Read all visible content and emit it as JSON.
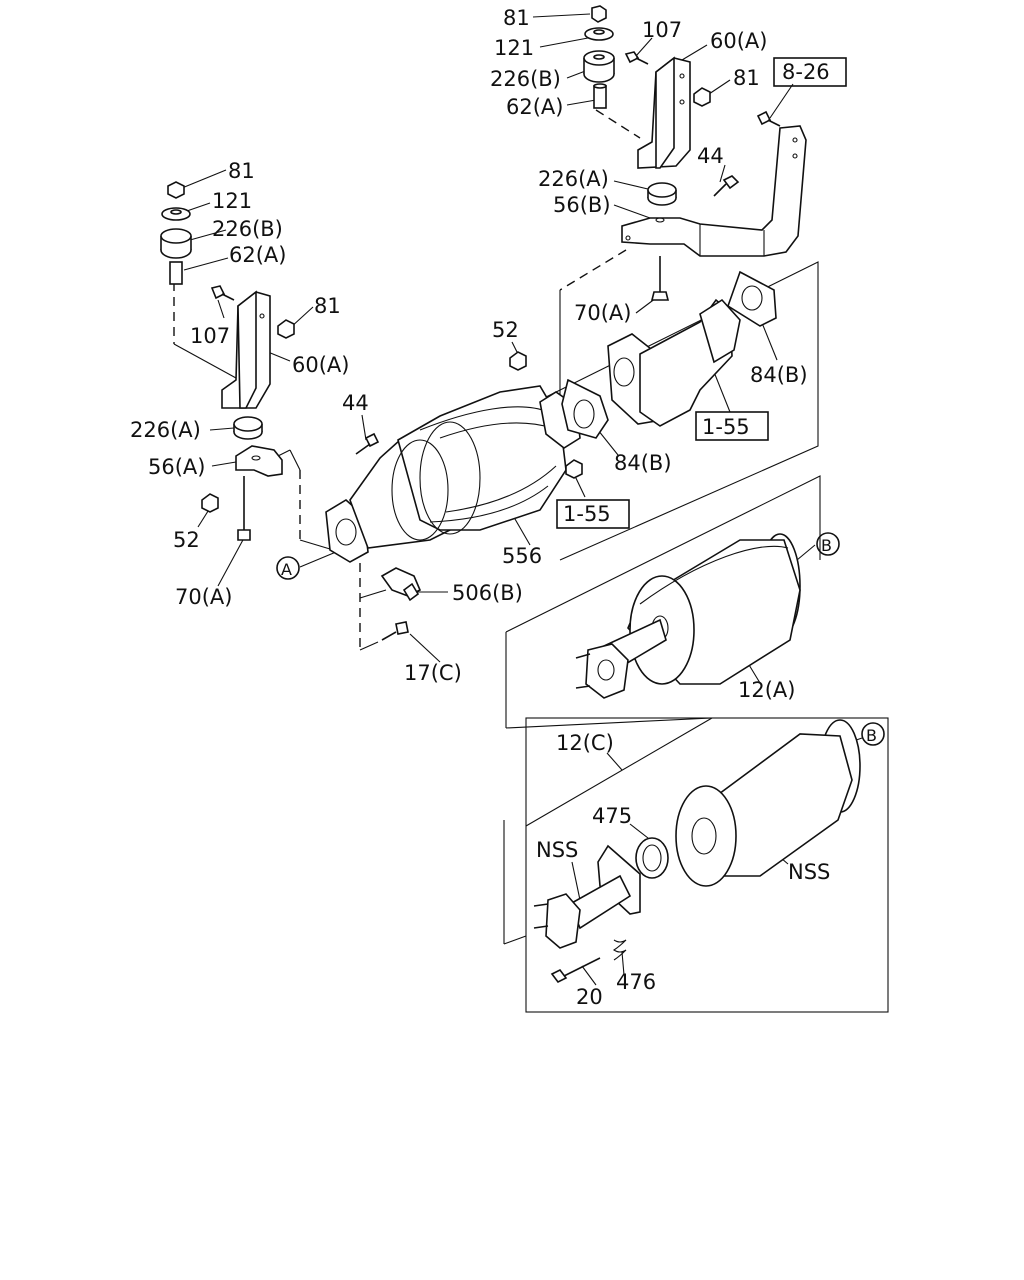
{
  "labels": {
    "l81a": "81",
    "l121a": "121",
    "l226ba": "226(B)",
    "l62aa": "62(A)",
    "l107a": "107",
    "l60aa": "60(A)",
    "l81b": "81",
    "l826": "8-26",
    "l226aa": "226(A)",
    "l44a": "44",
    "l56ba": "56(B)",
    "l70aa": "70(A)",
    "l84ba": "84(B)",
    "l155a": "1-55",
    "l81c": "81",
    "l121b": "121",
    "l226bb": "226(B)",
    "l62ab": "62(A)",
    "l81d": "81",
    "l107b": "107",
    "l60ab": "60(A)",
    "l52a": "52",
    "l44b": "44",
    "l226ab": "226(A)",
    "l56aa": "56(A)",
    "l84bb": "84(B)",
    "l155b": "1-55",
    "l52b": "52",
    "l556": "556",
    "l70ab": "70(A)",
    "l506b": "506(B)",
    "l17c": "17(C)",
    "l12a": "12(A)",
    "l12c": "12(C)",
    "l475": "475",
    "lnss1": "NSS",
    "lnss2": "NSS",
    "l20": "20",
    "l476": "476",
    "circA": "A",
    "circB1": "B",
    "circB2": "B"
  }
}
